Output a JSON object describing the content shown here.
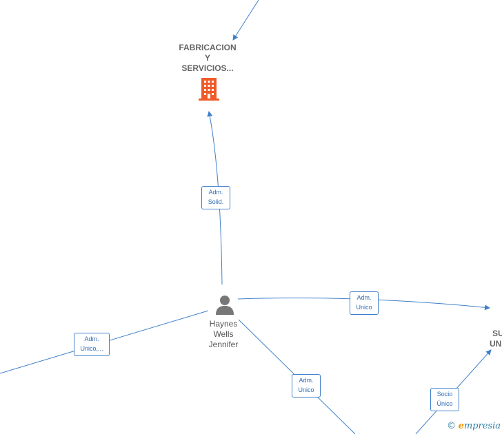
{
  "nodes": {
    "company_top": {
      "line1": "FABRICACION",
      "line2": "Y",
      "line3": "SERVICIOS..."
    },
    "person": {
      "line1": "Haynes",
      "line2": "Wells",
      "line3": "Jennifer"
    },
    "company_right_partial": {
      "line1": "SU",
      "line2": "UNI"
    }
  },
  "edges": {
    "to_company_top": {
      "line1": "Adm.",
      "line2": "Solid."
    },
    "to_right": {
      "line1": "Adm.",
      "line2": "Unico"
    },
    "to_left": {
      "line1": "Adm.",
      "line2": "Unico,..."
    },
    "to_bottom": {
      "line1": "Adm.",
      "line2": "Unico"
    },
    "socio": {
      "line1": "Socio",
      "line2": "Único"
    }
  },
  "colors": {
    "edge": "#3f7fc9",
    "company_icon": "#f05a28",
    "person_icon": "#777777"
  },
  "watermark": {
    "symbol": "©",
    "brand_initial": "e",
    "brand_rest": "mpresia"
  }
}
